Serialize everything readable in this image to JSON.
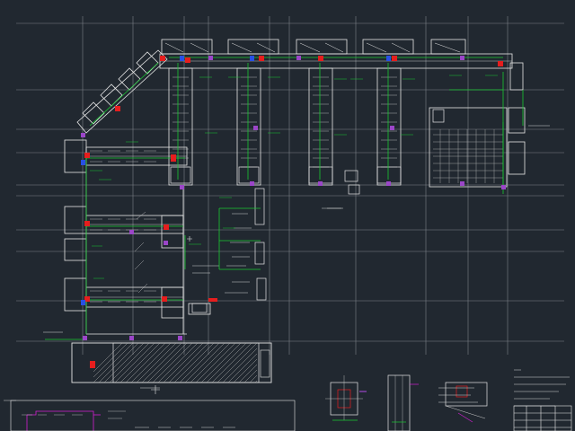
{
  "drawing": {
    "colors": {
      "background": "#212830",
      "grid": "#8c8c8c",
      "wall": "#e6e6e6",
      "pipe_green": "#19c832",
      "pipe_magenta": "#d21ed2",
      "red": "#e61e1e",
      "blue": "#2850e6",
      "purple": "#9b46c8",
      "hatch": "#b4b4b4"
    },
    "icons": [
      "grid-axis",
      "pipe-riser",
      "fixture-block",
      "stair-block",
      "detail-section",
      "title-block"
    ]
  }
}
